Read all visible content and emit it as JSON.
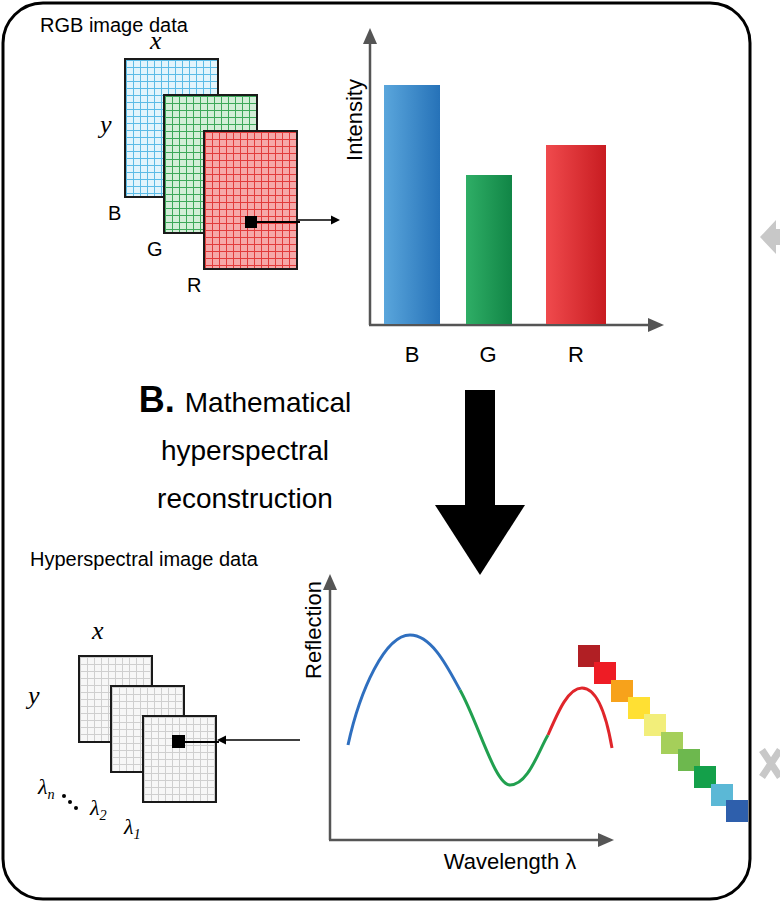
{
  "diagram": {
    "nodes": [
      {
        "text": [
          "B"
        ]
      },
      {
        "text": [
          "G"
        ]
      },
      {
        "text": [
          "R"
        ]
      },
      {
        "text": [
          "Intensity",
          "B",
          "G",
          "R"
        ]
      },
      {
        "text": [
          "λn"
        ]
      },
      {
        "text": [
          "λ2"
        ]
      },
      {
        "text": [
          "λ1"
        ]
      },
      {
        "text": [
          "Reflection",
          "Wavelength λ"
        ]
      }
    ],
    "edges": [
      {
        "from": 2,
        "to": 3,
        "arrow": "to"
      },
      {
        "from": 3,
        "to": 7,
        "arrow": "to"
      },
      {
        "from": 7,
        "to": 6,
        "arrow": "to"
      }
    ],
    "labels": [
      "RGB image data",
      "x",
      "y",
      "B.",
      "Mathematical hyperspectral reconstruction",
      "Hyperspectral image data",
      "x",
      "y"
    ]
  }
}
